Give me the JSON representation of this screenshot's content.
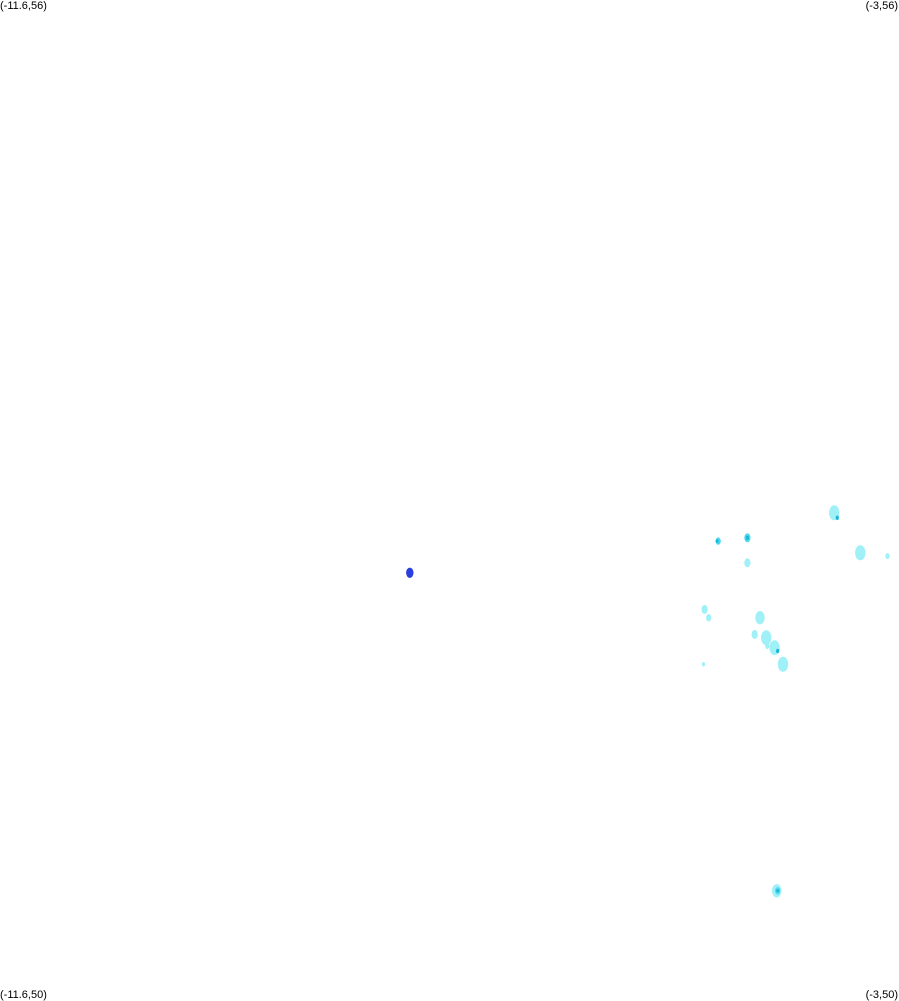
{
  "bounds": {
    "lon_min": -11.6,
    "lon_max": -3,
    "lat_min": 50,
    "lat_max": 56
  },
  "corners": {
    "top_left": "(-11.6,56)",
    "top_right": "(-3,56)",
    "bottom_left": "(-11.6,50)",
    "bottom_right": "(-3,50)"
  },
  "colors": {
    "background": "#ffffff",
    "light": "#9ff0f7",
    "medium": "#4fd8ee",
    "dark": "#19b7d9",
    "blue": "#2b3fe0"
  },
  "blobs": [
    {
      "name": "blob-1",
      "lon": -3.62,
      "lat": 52.92,
      "r": 0.05,
      "color": "light"
    },
    {
      "name": "blob-1-core",
      "lon": -3.59,
      "lat": 52.89,
      "r": 0.015,
      "color": "dark"
    },
    {
      "name": "blob-2",
      "lon": -3.37,
      "lat": 52.68,
      "r": 0.05,
      "color": "light"
    },
    {
      "name": "blob-3",
      "lon": -3.11,
      "lat": 52.66,
      "r": 0.02,
      "color": "light"
    },
    {
      "name": "blob-4",
      "lon": -4.45,
      "lat": 52.77,
      "r": 0.03,
      "color": "medium"
    },
    {
      "name": "blob-4-core",
      "lon": -4.45,
      "lat": 52.77,
      "r": 0.015,
      "color": "dark"
    },
    {
      "name": "blob-5",
      "lon": -4.73,
      "lat": 52.75,
      "r": 0.025,
      "color": "medium"
    },
    {
      "name": "blob-5-core",
      "lon": -4.74,
      "lat": 52.75,
      "r": 0.012,
      "color": "dark"
    },
    {
      "name": "blob-6",
      "lon": -4.45,
      "lat": 52.62,
      "r": 0.03,
      "color": "light"
    },
    {
      "name": "blob-7",
      "lon": -4.86,
      "lat": 52.34,
      "r": 0.03,
      "color": "light"
    },
    {
      "name": "blob-8",
      "lon": -4.82,
      "lat": 52.29,
      "r": 0.025,
      "color": "light"
    },
    {
      "name": "blob-9",
      "lon": -4.33,
      "lat": 52.29,
      "r": 0.045,
      "color": "light"
    },
    {
      "name": "blob-10",
      "lon": -4.38,
      "lat": 52.19,
      "r": 0.03,
      "color": "light"
    },
    {
      "name": "blob-11",
      "lon": -4.27,
      "lat": 52.17,
      "r": 0.05,
      "color": "light"
    },
    {
      "name": "blob-12",
      "lon": -4.19,
      "lat": 52.11,
      "r": 0.05,
      "color": "light"
    },
    {
      "name": "blob-12-core",
      "lon": -4.16,
      "lat": 52.09,
      "r": 0.015,
      "color": "dark"
    },
    {
      "name": "blob-13",
      "lon": -4.26,
      "lat": 52.12,
      "r": 0.02,
      "color": "light"
    },
    {
      "name": "blob-14",
      "lon": -4.11,
      "lat": 52.01,
      "r": 0.05,
      "color": "light"
    },
    {
      "name": "blob-15",
      "lon": -4.87,
      "lat": 52.01,
      "r": 0.015,
      "color": "light"
    },
    {
      "name": "blob-16",
      "lon": -4.17,
      "lat": 50.65,
      "r": 0.045,
      "color": "light"
    },
    {
      "name": "blob-16-core",
      "lon": -4.16,
      "lat": 50.65,
      "r": 0.025,
      "color": "medium"
    },
    {
      "name": "blob-16-dot",
      "lon": -4.16,
      "lat": 50.65,
      "r": 0.01,
      "color": "dark"
    },
    {
      "name": "blob-blue",
      "lon": -7.68,
      "lat": 52.56,
      "r": 0.035,
      "color": "blue"
    }
  ]
}
